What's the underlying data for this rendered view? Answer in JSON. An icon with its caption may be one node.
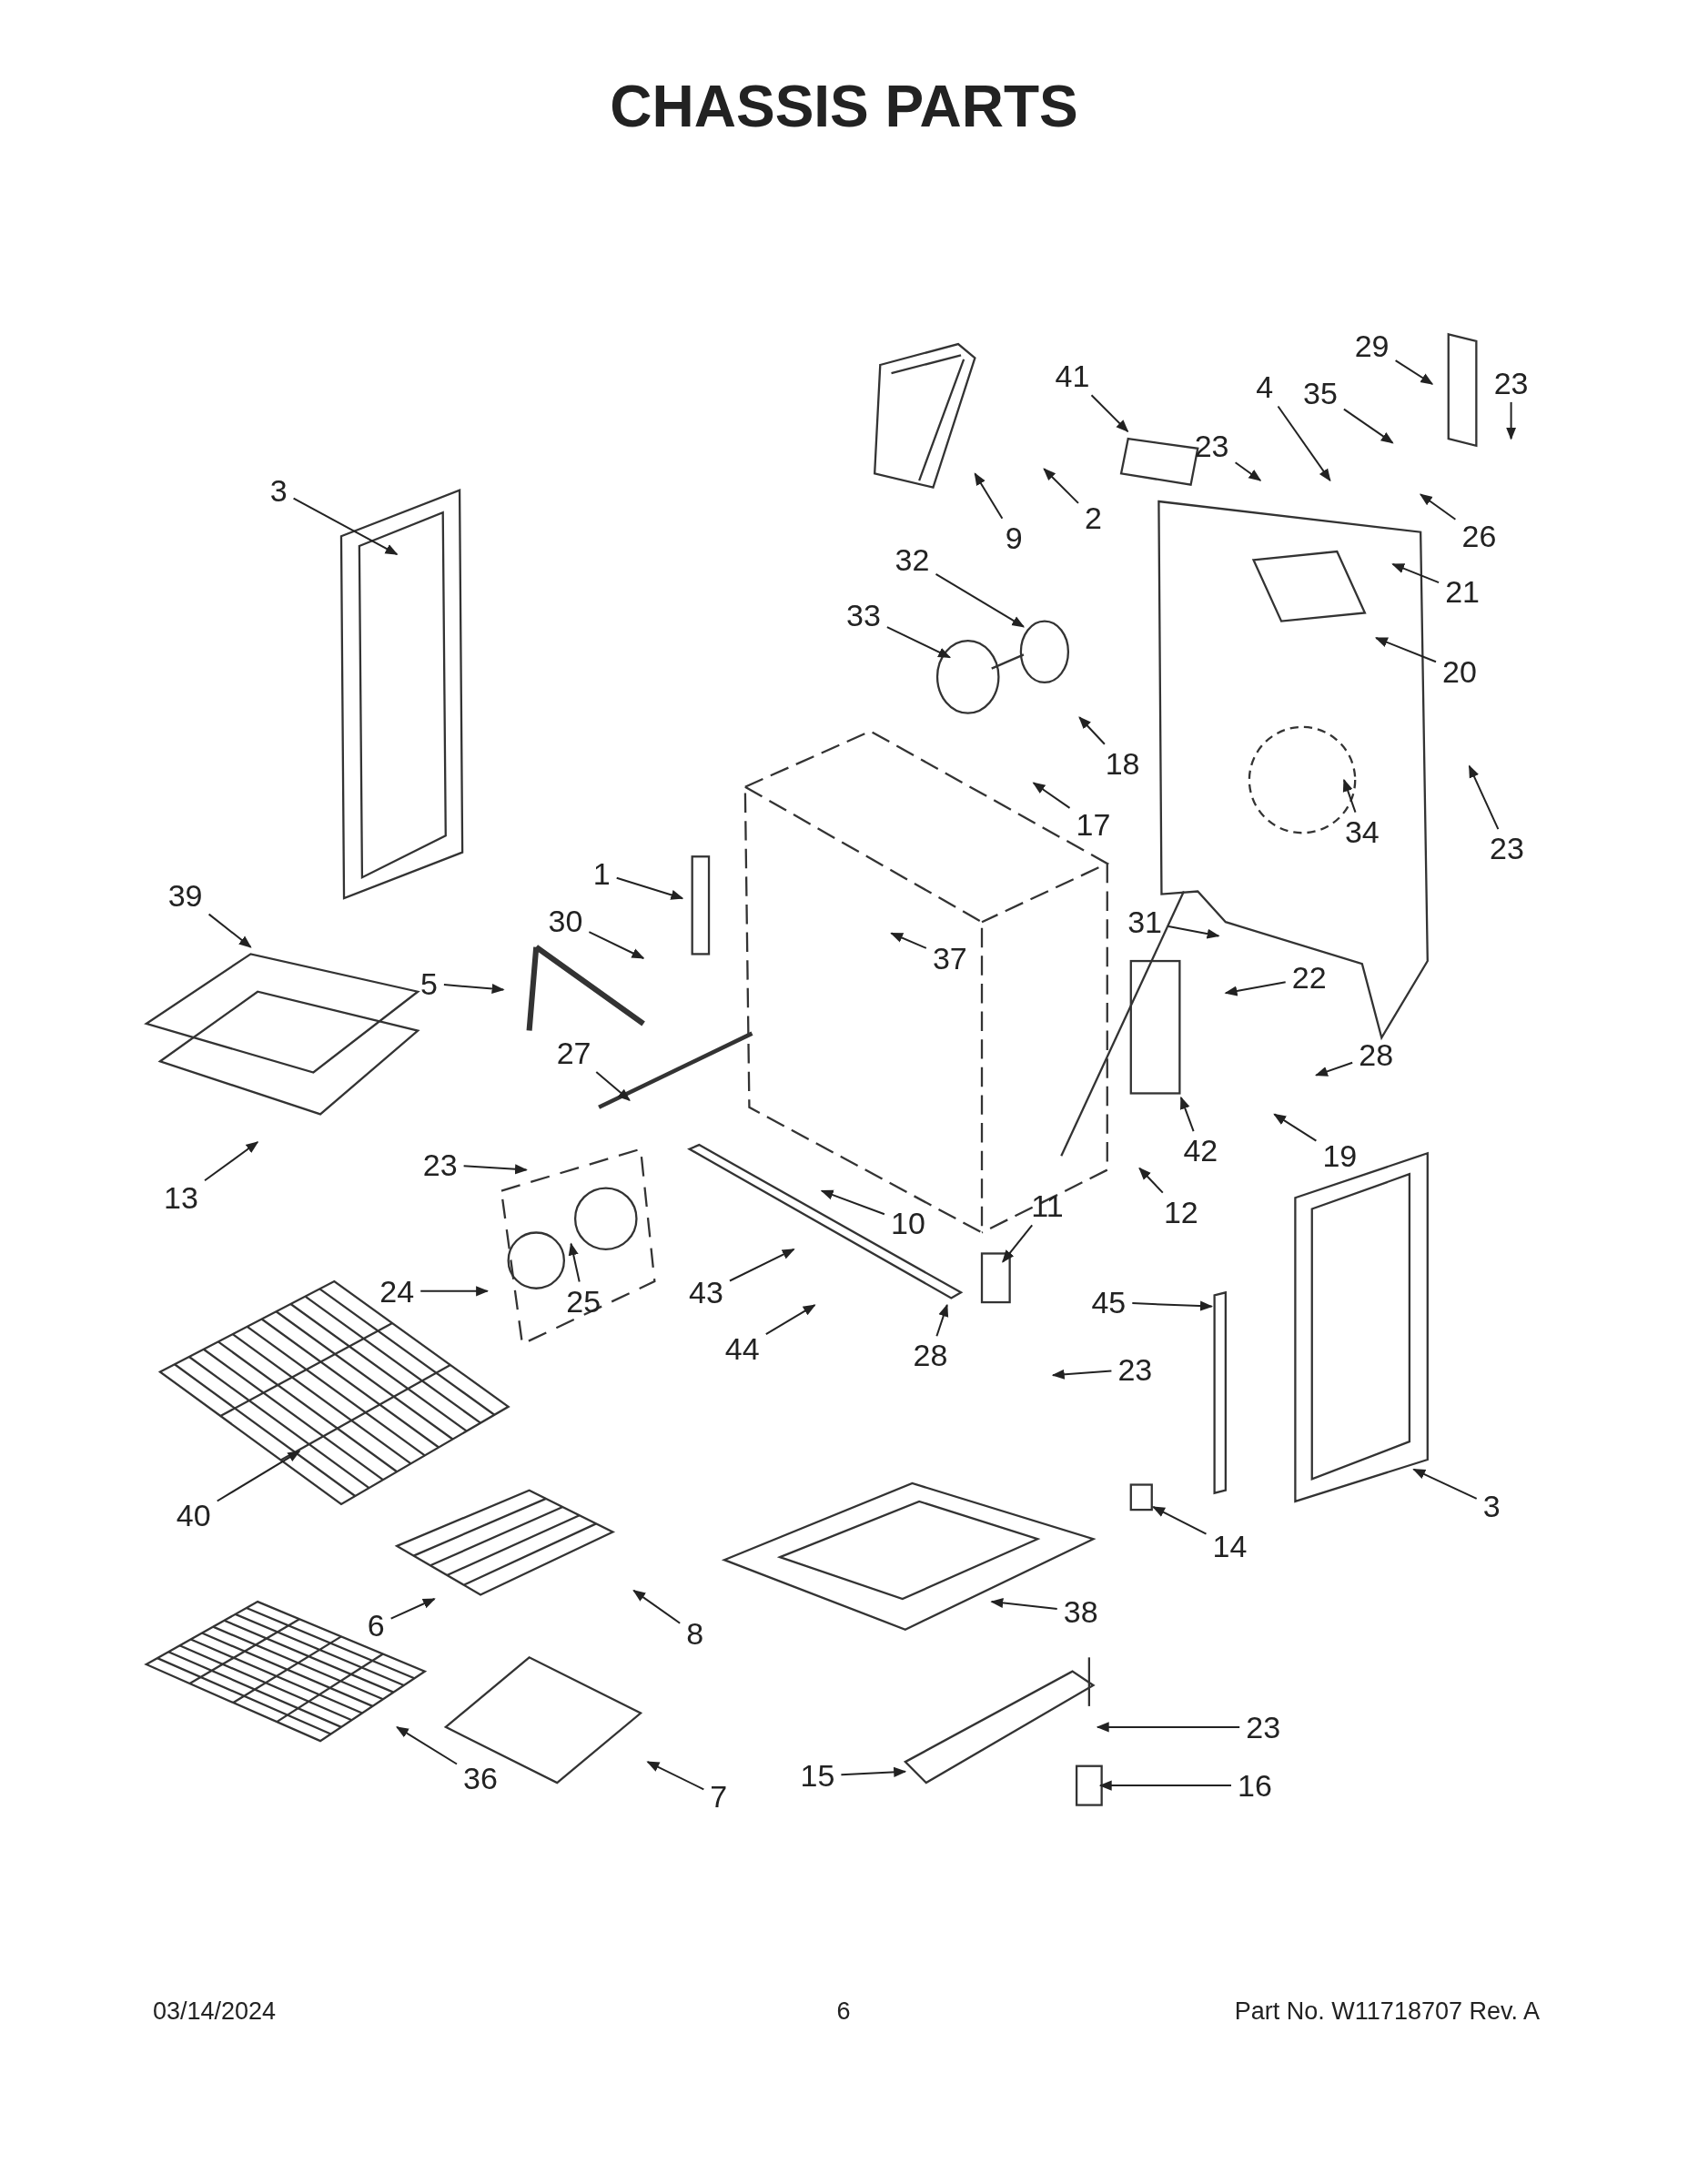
{
  "diagram": {
    "title": "CHASSIS PARTS",
    "nodes": [
      {
        "text": [
          "3"
        ]
      },
      {
        "text": [
          "9"
        ]
      },
      {
        "text": [
          "2"
        ]
      },
      {
        "text": [
          "41"
        ]
      },
      {
        "text": [
          "29"
        ]
      },
      {
        "text": [
          "23"
        ]
      },
      {
        "text": [
          "35"
        ]
      },
      {
        "text": [
          "4"
        ]
      },
      {
        "text": [
          "23"
        ]
      },
      {
        "text": [
          "26"
        ]
      },
      {
        "text": [
          "21"
        ]
      },
      {
        "text": [
          "20"
        ]
      },
      {
        "text": [
          "32"
        ]
      },
      {
        "text": [
          "33"
        ]
      },
      {
        "text": [
          "18"
        ]
      },
      {
        "text": [
          "17"
        ]
      },
      {
        "text": [
          "34"
        ]
      },
      {
        "text": [
          "23"
        ]
      },
      {
        "text": [
          "39"
        ]
      },
      {
        "text": [
          "1"
        ]
      },
      {
        "text": [
          "30"
        ]
      },
      {
        "text": [
          "37"
        ]
      },
      {
        "text": [
          "31"
        ]
      },
      {
        "text": [
          "5"
        ]
      },
      {
        "text": [
          "22"
        ]
      },
      {
        "text": [
          "27"
        ]
      },
      {
        "text": [
          "28"
        ]
      },
      {
        "text": [
          "23"
        ]
      },
      {
        "text": [
          "13"
        ]
      },
      {
        "text": [
          "12"
        ]
      },
      {
        "text": [
          "42"
        ]
      },
      {
        "text": [
          "19"
        ]
      },
      {
        "text": [
          "10"
        ]
      },
      {
        "text": [
          "11"
        ]
      },
      {
        "text": [
          "24"
        ]
      },
      {
        "text": [
          "25"
        ]
      },
      {
        "text": [
          "43"
        ]
      },
      {
        "text": [
          "44"
        ]
      },
      {
        "text": [
          "28"
        ]
      },
      {
        "text": [
          "45"
        ]
      },
      {
        "text": [
          "23"
        ]
      },
      {
        "text": [
          "40"
        ]
      },
      {
        "text": [
          "3"
        ]
      },
      {
        "text": [
          "14"
        ]
      },
      {
        "text": [
          "6"
        ]
      },
      {
        "text": [
          "8"
        ]
      },
      {
        "text": [
          "38"
        ]
      },
      {
        "text": [
          "23"
        ]
      },
      {
        "text": [
          "36"
        ]
      },
      {
        "text": [
          "7"
        ]
      },
      {
        "text": [
          "15"
        ]
      },
      {
        "text": [
          "16"
        ]
      }
    ],
    "edges": [
      {
        "from": 0,
        "to": null,
        "arrow": "to"
      },
      {
        "from": 1,
        "to": null,
        "arrow": "to"
      },
      {
        "from": 2,
        "to": null,
        "arrow": "to"
      },
      {
        "from": 3,
        "to": null,
        "arrow": "to"
      },
      {
        "from": 4,
        "to": null,
        "arrow": "to"
      },
      {
        "from": 5,
        "to": null,
        "arrow": "to"
      },
      {
        "from": 6,
        "to": null,
        "arrow": "to"
      },
      {
        "from": 7,
        "to": null,
        "arrow": "to"
      },
      {
        "from": 8,
        "to": null,
        "arrow": "to"
      },
      {
        "from": 9,
        "to": null,
        "arrow": "to"
      },
      {
        "from": 10,
        "to": null,
        "arrow": "to"
      },
      {
        "from": 11,
        "to": null,
        "arrow": "to"
      },
      {
        "from": 12,
        "to": null,
        "arrow": "to"
      },
      {
        "from": 13,
        "to": null,
        "arrow": "to"
      },
      {
        "from": 14,
        "to": null,
        "arrow": "to"
      },
      {
        "from": 15,
        "to": null,
        "arrow": "to"
      },
      {
        "from": 16,
        "to": null,
        "arrow": "to"
      },
      {
        "from": 17,
        "to": null,
        "arrow": "to"
      },
      {
        "from": 18,
        "to": null,
        "arrow": "to"
      },
      {
        "from": 19,
        "to": null,
        "arrow": "to"
      },
      {
        "from": 20,
        "to": null,
        "arrow": "to"
      },
      {
        "from": 21,
        "to": null,
        "arrow": "to"
      },
      {
        "from": 22,
        "to": null,
        "arrow": "to"
      },
      {
        "from": 23,
        "to": null,
        "arrow": "to"
      },
      {
        "from": 24,
        "to": null,
        "arrow": "to"
      },
      {
        "from": 25,
        "to": null,
        "arrow": "to"
      },
      {
        "from": 26,
        "to": null,
        "arrow": "to"
      },
      {
        "from": 27,
        "to": null,
        "arrow": "to"
      },
      {
        "from": 28,
        "to": null,
        "arrow": "to"
      },
      {
        "from": 29,
        "to": null,
        "arrow": "to"
      },
      {
        "from": 30,
        "to": null,
        "arrow": "to"
      },
      {
        "from": 31,
        "to": null,
        "arrow": "to"
      },
      {
        "from": 32,
        "to": null,
        "arrow": "to"
      },
      {
        "from": 33,
        "to": null,
        "arrow": "to"
      },
      {
        "from": 34,
        "to": null,
        "arrow": "to"
      },
      {
        "from": 35,
        "to": null,
        "arrow": "to"
      },
      {
        "from": 36,
        "to": null,
        "arrow": "to"
      },
      {
        "from": 37,
        "to": null,
        "arrow": "to"
      },
      {
        "from": 38,
        "to": null,
        "arrow": "to"
      },
      {
        "from": 39,
        "to": null,
        "arrow": "to"
      },
      {
        "from": 40,
        "to": null,
        "arrow": "to"
      },
      {
        "from": 41,
        "to": null,
        "arrow": "to"
      },
      {
        "from": 42,
        "to": null,
        "arrow": "to"
      },
      {
        "from": 43,
        "to": null,
        "arrow": "to"
      },
      {
        "from": 44,
        "to": null,
        "arrow": "to"
      },
      {
        "from": 45,
        "to": null,
        "arrow": "to"
      },
      {
        "from": 46,
        "to": null,
        "arrow": "to"
      },
      {
        "from": 47,
        "to": null,
        "arrow": "to"
      },
      {
        "from": 48,
        "to": null,
        "arrow": "to"
      },
      {
        "from": 49,
        "to": null,
        "arrow": "to"
      },
      {
        "from": 50,
        "to": null,
        "arrow": "to"
      },
      {
        "from": 51,
        "to": null,
        "arrow": "to"
      }
    ],
    "labels": [
      "03/14/2024",
      "6",
      "Part No. W11718707 Rev. A"
    ]
  }
}
